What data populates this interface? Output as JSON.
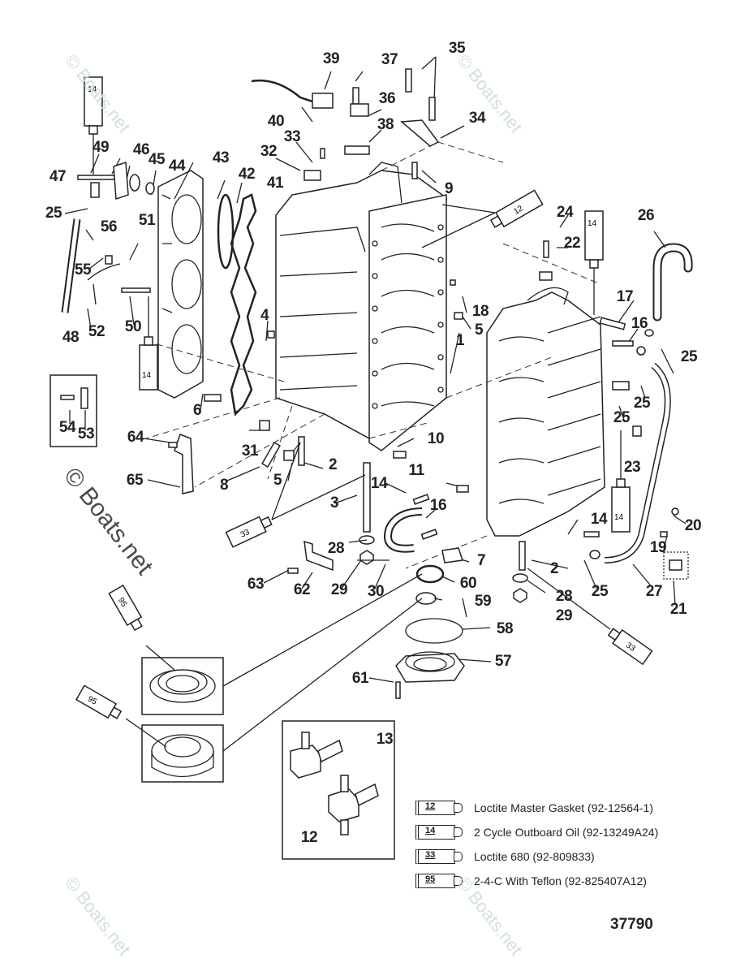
{
  "diagram": {
    "figure_number": "37790",
    "watermark": "© Boats.net",
    "legend": [
      {
        "tube": "12",
        "text": "Loctite Master Gasket (92-12564-1)"
      },
      {
        "tube": "14",
        "text": "2 Cycle Outboard Oil (92-13249A24)"
      },
      {
        "tube": "33",
        "text": "Loctite 680 (92-809833)"
      },
      {
        "tube": "95",
        "text": "2-4-C  With Teflon (92-825407A12)"
      }
    ],
    "tube_labels": {
      "t14_top_left": "14",
      "t12_top_right": "12",
      "t14_right": "14",
      "t14_left_cover": "14",
      "t33_left": "33",
      "t14_right_low": "14",
      "t33_right": "33",
      "t95_upper": "95",
      "t95_lower": "95"
    },
    "callouts": [
      {
        "id": "c39",
        "text": "39"
      },
      {
        "id": "c37",
        "text": "37"
      },
      {
        "id": "c35",
        "text": "35"
      },
      {
        "id": "c40",
        "text": "40"
      },
      {
        "id": "c36",
        "text": "36"
      },
      {
        "id": "c38",
        "text": "38"
      },
      {
        "id": "c34",
        "text": "34"
      },
      {
        "id": "c33",
        "text": "33"
      },
      {
        "id": "c32",
        "text": "32"
      },
      {
        "id": "c9",
        "text": "9"
      },
      {
        "id": "c49",
        "text": "49"
      },
      {
        "id": "c46",
        "text": "46"
      },
      {
        "id": "c45",
        "text": "45"
      },
      {
        "id": "c44",
        "text": "44"
      },
      {
        "id": "c43",
        "text": "43"
      },
      {
        "id": "c47",
        "text": "47"
      },
      {
        "id": "c42",
        "text": "42"
      },
      {
        "id": "c41",
        "text": "41"
      },
      {
        "id": "c25a",
        "text": "25"
      },
      {
        "id": "c56",
        "text": "56"
      },
      {
        "id": "c51",
        "text": "51"
      },
      {
        "id": "c55",
        "text": "55"
      },
      {
        "id": "c24",
        "text": "24"
      },
      {
        "id": "c22",
        "text": "22"
      },
      {
        "id": "c26",
        "text": "26"
      },
      {
        "id": "c48",
        "text": "48"
      },
      {
        "id": "c52",
        "text": "52"
      },
      {
        "id": "c50",
        "text": "50"
      },
      {
        "id": "c4",
        "text": "4"
      },
      {
        "id": "c18",
        "text": "18"
      },
      {
        "id": "c5a",
        "text": "5"
      },
      {
        "id": "c17",
        "text": "17"
      },
      {
        "id": "c16a",
        "text": "16"
      },
      {
        "id": "c1",
        "text": "1"
      },
      {
        "id": "c25b",
        "text": "25"
      },
      {
        "id": "c25c",
        "text": "25"
      },
      {
        "id": "c25d",
        "text": "25"
      },
      {
        "id": "c6",
        "text": "6"
      },
      {
        "id": "c54",
        "text": "54"
      },
      {
        "id": "c53",
        "text": "53"
      },
      {
        "id": "c64",
        "text": "64"
      },
      {
        "id": "c31",
        "text": "31"
      },
      {
        "id": "c10",
        "text": "10"
      },
      {
        "id": "c23",
        "text": "23"
      },
      {
        "id": "c2a",
        "text": "2"
      },
      {
        "id": "c65",
        "text": "65"
      },
      {
        "id": "c8",
        "text": "8"
      },
      {
        "id": "c5b",
        "text": "5"
      },
      {
        "id": "c11",
        "text": "11"
      },
      {
        "id": "c3",
        "text": "3"
      },
      {
        "id": "c14a",
        "text": "14"
      },
      {
        "id": "c20",
        "text": "20"
      },
      {
        "id": "c16b",
        "text": "16"
      },
      {
        "id": "c14b",
        "text": "14"
      },
      {
        "id": "c19",
        "text": "19"
      },
      {
        "id": "c28a",
        "text": "28"
      },
      {
        "id": "c7",
        "text": "7"
      },
      {
        "id": "c2b",
        "text": "2"
      },
      {
        "id": "c63",
        "text": "63"
      },
      {
        "id": "c62",
        "text": "62"
      },
      {
        "id": "c29a",
        "text": "29"
      },
      {
        "id": "c30",
        "text": "30"
      },
      {
        "id": "c60",
        "text": "60"
      },
      {
        "id": "c25e",
        "text": "25"
      },
      {
        "id": "c27",
        "text": "27"
      },
      {
        "id": "c28b",
        "text": "28"
      },
      {
        "id": "c21",
        "text": "21"
      },
      {
        "id": "c59",
        "text": "59"
      },
      {
        "id": "c29b",
        "text": "29"
      },
      {
        "id": "c58",
        "text": "58"
      },
      {
        "id": "c57",
        "text": "57"
      },
      {
        "id": "c61",
        "text": "61"
      },
      {
        "id": "c13",
        "text": "13"
      },
      {
        "id": "c12",
        "text": "12"
      }
    ]
  }
}
